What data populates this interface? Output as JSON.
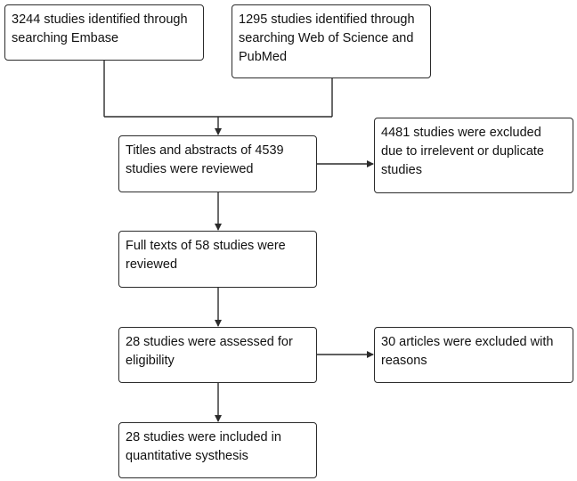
{
  "flowchart": {
    "embase": "3244 studies identified through\nsearching Embase",
    "web_of_science_pubmed": "1295 studies identified through\nsearching Web of Science and\nPubMed",
    "titles_abstracts": "Titles and abstracts of 4539\nstudies were reviewed",
    "excluded_irrelevant": "4481 studies were excluded\ndue to irrelevent or duplicate\nstudies",
    "full_texts": "Full texts of 58 studies were\nreviewed",
    "eligibility": "28 studies were assessed for\neligibility",
    "excluded_reasons": "30 articles were excluded with\nreasons",
    "included": "28 studies were included in\nquantitative systhesis"
  },
  "colors": {
    "stroke": "#2b2b2b",
    "background": "#ffffff",
    "text": "#111111"
  }
}
